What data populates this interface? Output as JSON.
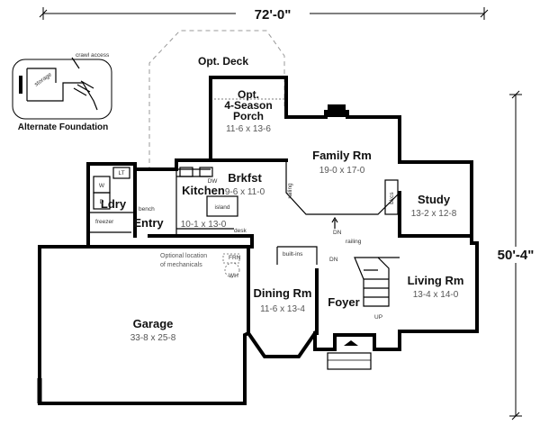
{
  "plan": {
    "overall_width": "72'-0\"",
    "overall_depth": "50'-4\"",
    "alternate_foundation": {
      "title": "Alternate Foundation",
      "crawl_access": "crawl access",
      "storage": "storage"
    },
    "opt_deck": "Opt. Deck",
    "porch": {
      "line1": "Opt.",
      "line2": "4-Season",
      "line3": "Porch",
      "size": "11-6 x 13-6"
    },
    "family_rm": {
      "name": "Family Rm",
      "size": "19-0 x 17-0"
    },
    "brkfst": {
      "name": "Brkfst",
      "size": "9-6 x 11-0"
    },
    "kitchen": {
      "name": "Kitchen",
      "size": "10-1 x 13-0",
      "island": "island",
      "dw": "DW"
    },
    "study": {
      "name": "Study",
      "size": "13-2 x 12-8",
      "bkcs": "bkcs"
    },
    "living_rm": {
      "name": "Living Rm",
      "size": "13-4 x 14-0"
    },
    "dining_rm": {
      "name": "Dining Rm",
      "size": "11-6 x 13-4"
    },
    "foyer": {
      "name": "Foyer"
    },
    "garage": {
      "name": "Garage",
      "size": "33-8 x 25-8"
    },
    "ldry": {
      "name": "Ldry",
      "w": "W",
      "d": "D",
      "lt": "LT"
    },
    "entry": {
      "name": "Entry"
    },
    "labels": {
      "freezer": "freezer",
      "bench": "bench",
      "desk": "desk",
      "built_ins": "built-ins",
      "railing_family": "railing",
      "railing_stair": "railing",
      "dn_family": "DN",
      "dn_stair": "DN",
      "up": "UP",
      "frn": "FRN",
      "wh": "WH",
      "mech1": "Optional location",
      "mech2": "of mechanicals"
    }
  }
}
